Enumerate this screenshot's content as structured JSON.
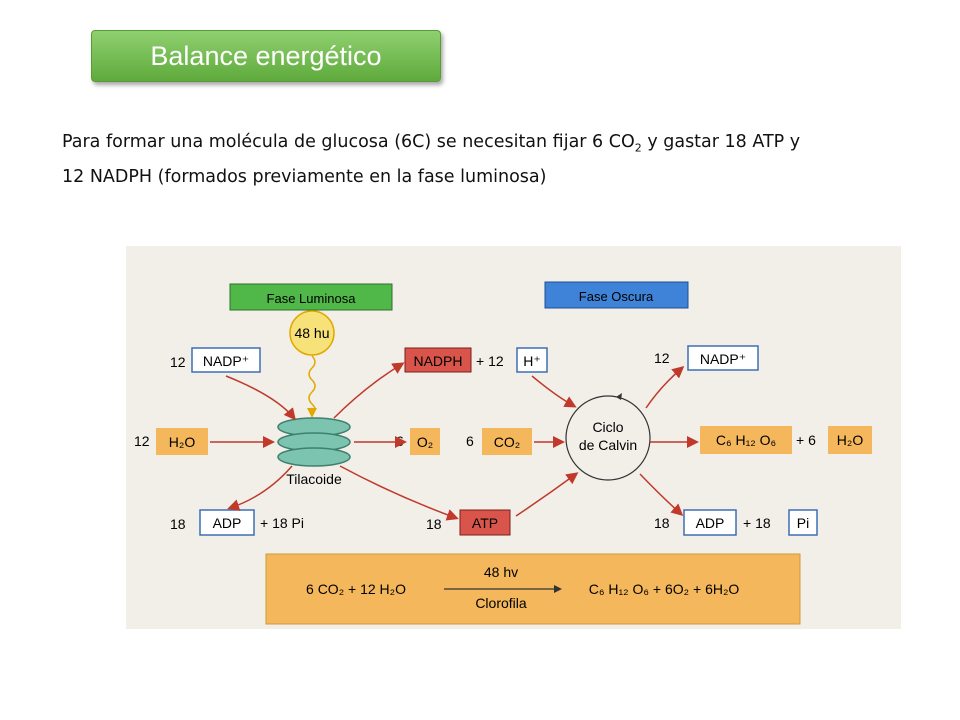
{
  "title": "Balance energético",
  "paragraph": {
    "line1_pre": "Para formar una molécula de glucosa (6C) se necesitan fijar 6 CO",
    "line1_sub": "2",
    "line1_post": " y gastar 18 ATP y",
    "line2": "12 NADPH (formados previamente en la fase luminosa)"
  },
  "diagram": {
    "phase_luminosa": "Fase Luminosa",
    "phase_oscura": "Fase Oscura",
    "light": "48 hu",
    "thylakoid": "Tilacoide",
    "cycle_line1": "Ciclo",
    "cycle_line2": "de Calvin",
    "left_in": {
      "nadp_coef": "12",
      "nadp": "NADP⁺",
      "h2o_coef": "12",
      "h2o": "H₂O",
      "adp_coef": "18",
      "adp": "ADP",
      "pi_coef": "+ 18 Pi"
    },
    "middle": {
      "nadph": "NADPH",
      "plus_12": "+ 12",
      "h": "H⁺",
      "o2_coef": "6",
      "o2": "O₂",
      "co2_coef": "6",
      "co2": "CO₂",
      "atp_coef": "18",
      "atp": "ATP"
    },
    "right_out": {
      "nadp_coef": "12",
      "nadp": "NADP⁺",
      "glucose": "C₆ H₁₂ O₆",
      "plus_6": "+ 6",
      "h2o": "H₂O",
      "adp_coef": "18",
      "adp": "ADP",
      "plus_18": "+ 18",
      "pi": "Pi"
    },
    "equation": {
      "left": "6 CO₂ + 12 H₂O",
      "above": "48 hv",
      "below": "Clorofila",
      "right": "C₆ H₁₂ O₆ + 6O₂ + 6H₂O"
    }
  },
  "colors": {
    "luminosa": "#4fb848",
    "oscura": "#3f83d8",
    "orange": "#f5b75c",
    "nadph_red": "#d9544a",
    "arrow_red": "#c0392b",
    "box_blue": "#3d6fb5",
    "figure_bg": "#f2efe9",
    "light_bulb": "#f7e27a"
  }
}
